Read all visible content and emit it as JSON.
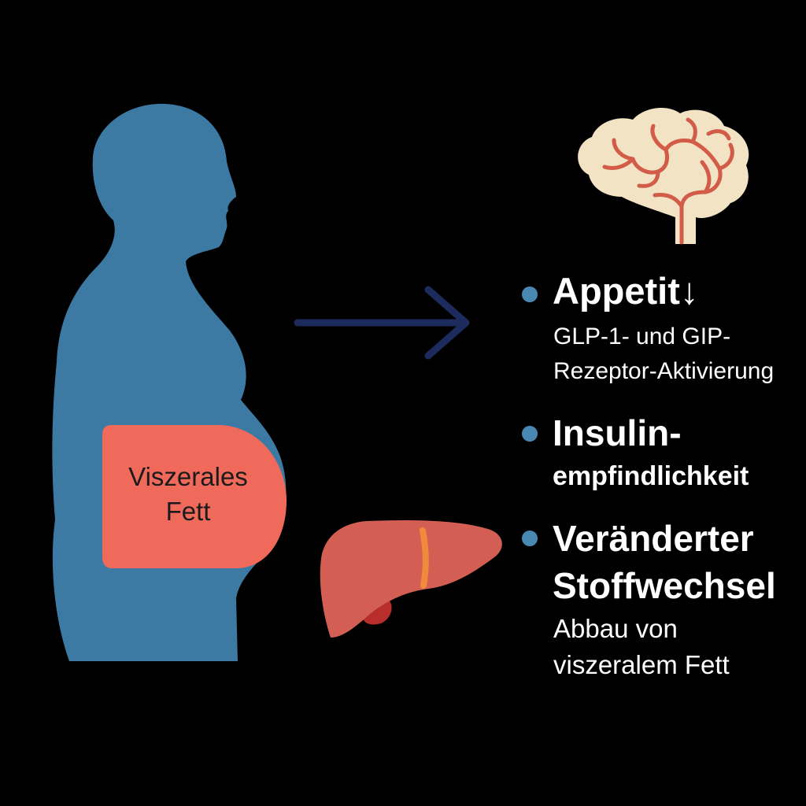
{
  "colors": {
    "background": "#000000",
    "body_silhouette": "#3c7aa4",
    "visceral_fat": "#f06a5c",
    "arrow": "#1c2a5c",
    "bullet": "#4a88b4",
    "brain_fill": "#f2e3c4",
    "brain_folds": "#d25c48",
    "liver": "#d35f54",
    "liver_band": "#f08a3c",
    "gallbladder": "#b82e2a"
  },
  "diagram": {
    "fat_label": [
      "Viszerales",
      "Fett"
    ],
    "icons": [
      "body-silhouette",
      "arrow-right-icon",
      "brain-icon",
      "liver-icon"
    ]
  },
  "effects": [
    {
      "heading": [
        "Appetit↓"
      ],
      "detail": [
        "GLP-1- und GIP-",
        "Rezeptor-Aktivierung"
      ]
    },
    {
      "heading": [
        "Insulin-",
        "empfindlichkeit"
      ],
      "detail": []
    },
    {
      "heading": [
        "Veränderter",
        "Stoffwechsel"
      ],
      "detail": [
        "Abbau von",
        "viszeralem Fett"
      ]
    }
  ]
}
